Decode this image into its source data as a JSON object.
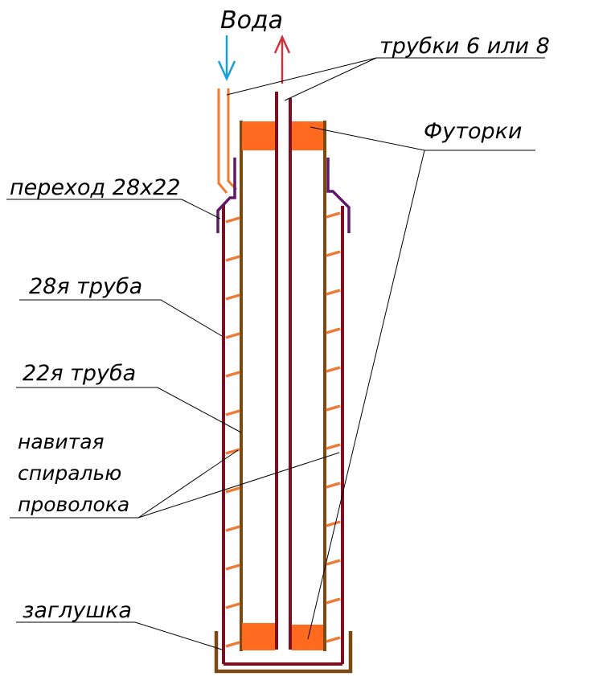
{
  "labels": {
    "water": "Вода",
    "tubes": "трубки 6 или 8",
    "fittings": "Футорки",
    "adapter": "переход 28х22",
    "pipe28": "28я труба",
    "pipe22": "22я труба",
    "wire_line1": "навитая",
    "wire_line2": "спиралью",
    "wire_line3": "проволока",
    "plug": "заглушка"
  },
  "colors": {
    "inflow_arrow": "#1aa0d8",
    "outflow_arrow": "#d0303a",
    "pipe28": "#7a1020",
    "pipe22": "#7a4a12",
    "adapter": "#5e1a66",
    "coil": "#f07a30",
    "fitting": "#ff6a20",
    "inlet_tube": "#f07a30",
    "plug": "#7a4a12",
    "leader": "#000000"
  }
}
